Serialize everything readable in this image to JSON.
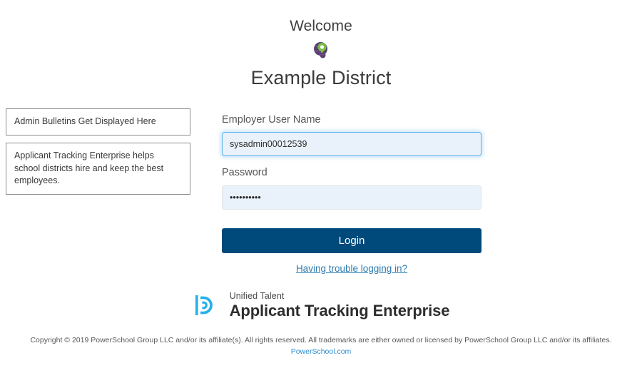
{
  "header": {
    "welcome": "Welcome",
    "district_name": "Example District",
    "district_logo_icon": "district-globe-pin-icon"
  },
  "bulletins": {
    "items": [
      {
        "text": "Admin Bulletins Get Displayed Here"
      },
      {
        "text": "Applicant Tracking Enterprise helps school districts hire and keep the best employees."
      }
    ]
  },
  "login": {
    "username_label": "Employer User Name",
    "username_value": "sysadmin00012539",
    "username_placeholder": "",
    "password_label": "Password",
    "password_value": "••••••••••",
    "password_placeholder": "",
    "submit_label": "Login",
    "trouble_link": "Having trouble logging in?"
  },
  "product": {
    "mark_icon": "powerschool-p-icon",
    "subtitle": "Unified Talent",
    "title": "Applicant Tracking Enterprise"
  },
  "footer": {
    "copyright": "Copyright © 2019 PowerSchool Group LLC and/or its affiliate(s). All rights reserved. All trademarks are either owned or licensed by PowerSchool Group LLC and/or its affiliates.",
    "link": "PowerSchool.com"
  },
  "colors": {
    "button_blue": "#00497b",
    "link_blue": "#2c7cb0",
    "footer_link_blue": "#2f8fd0",
    "focus_border": "#5bb3e8",
    "input_bg": "#e9f1fa",
    "bulletin_border": "#8c8c8c",
    "logo_purple": "#5d3f73",
    "logo_green": "#78c043",
    "ps_cyan": "#25b0e8"
  }
}
